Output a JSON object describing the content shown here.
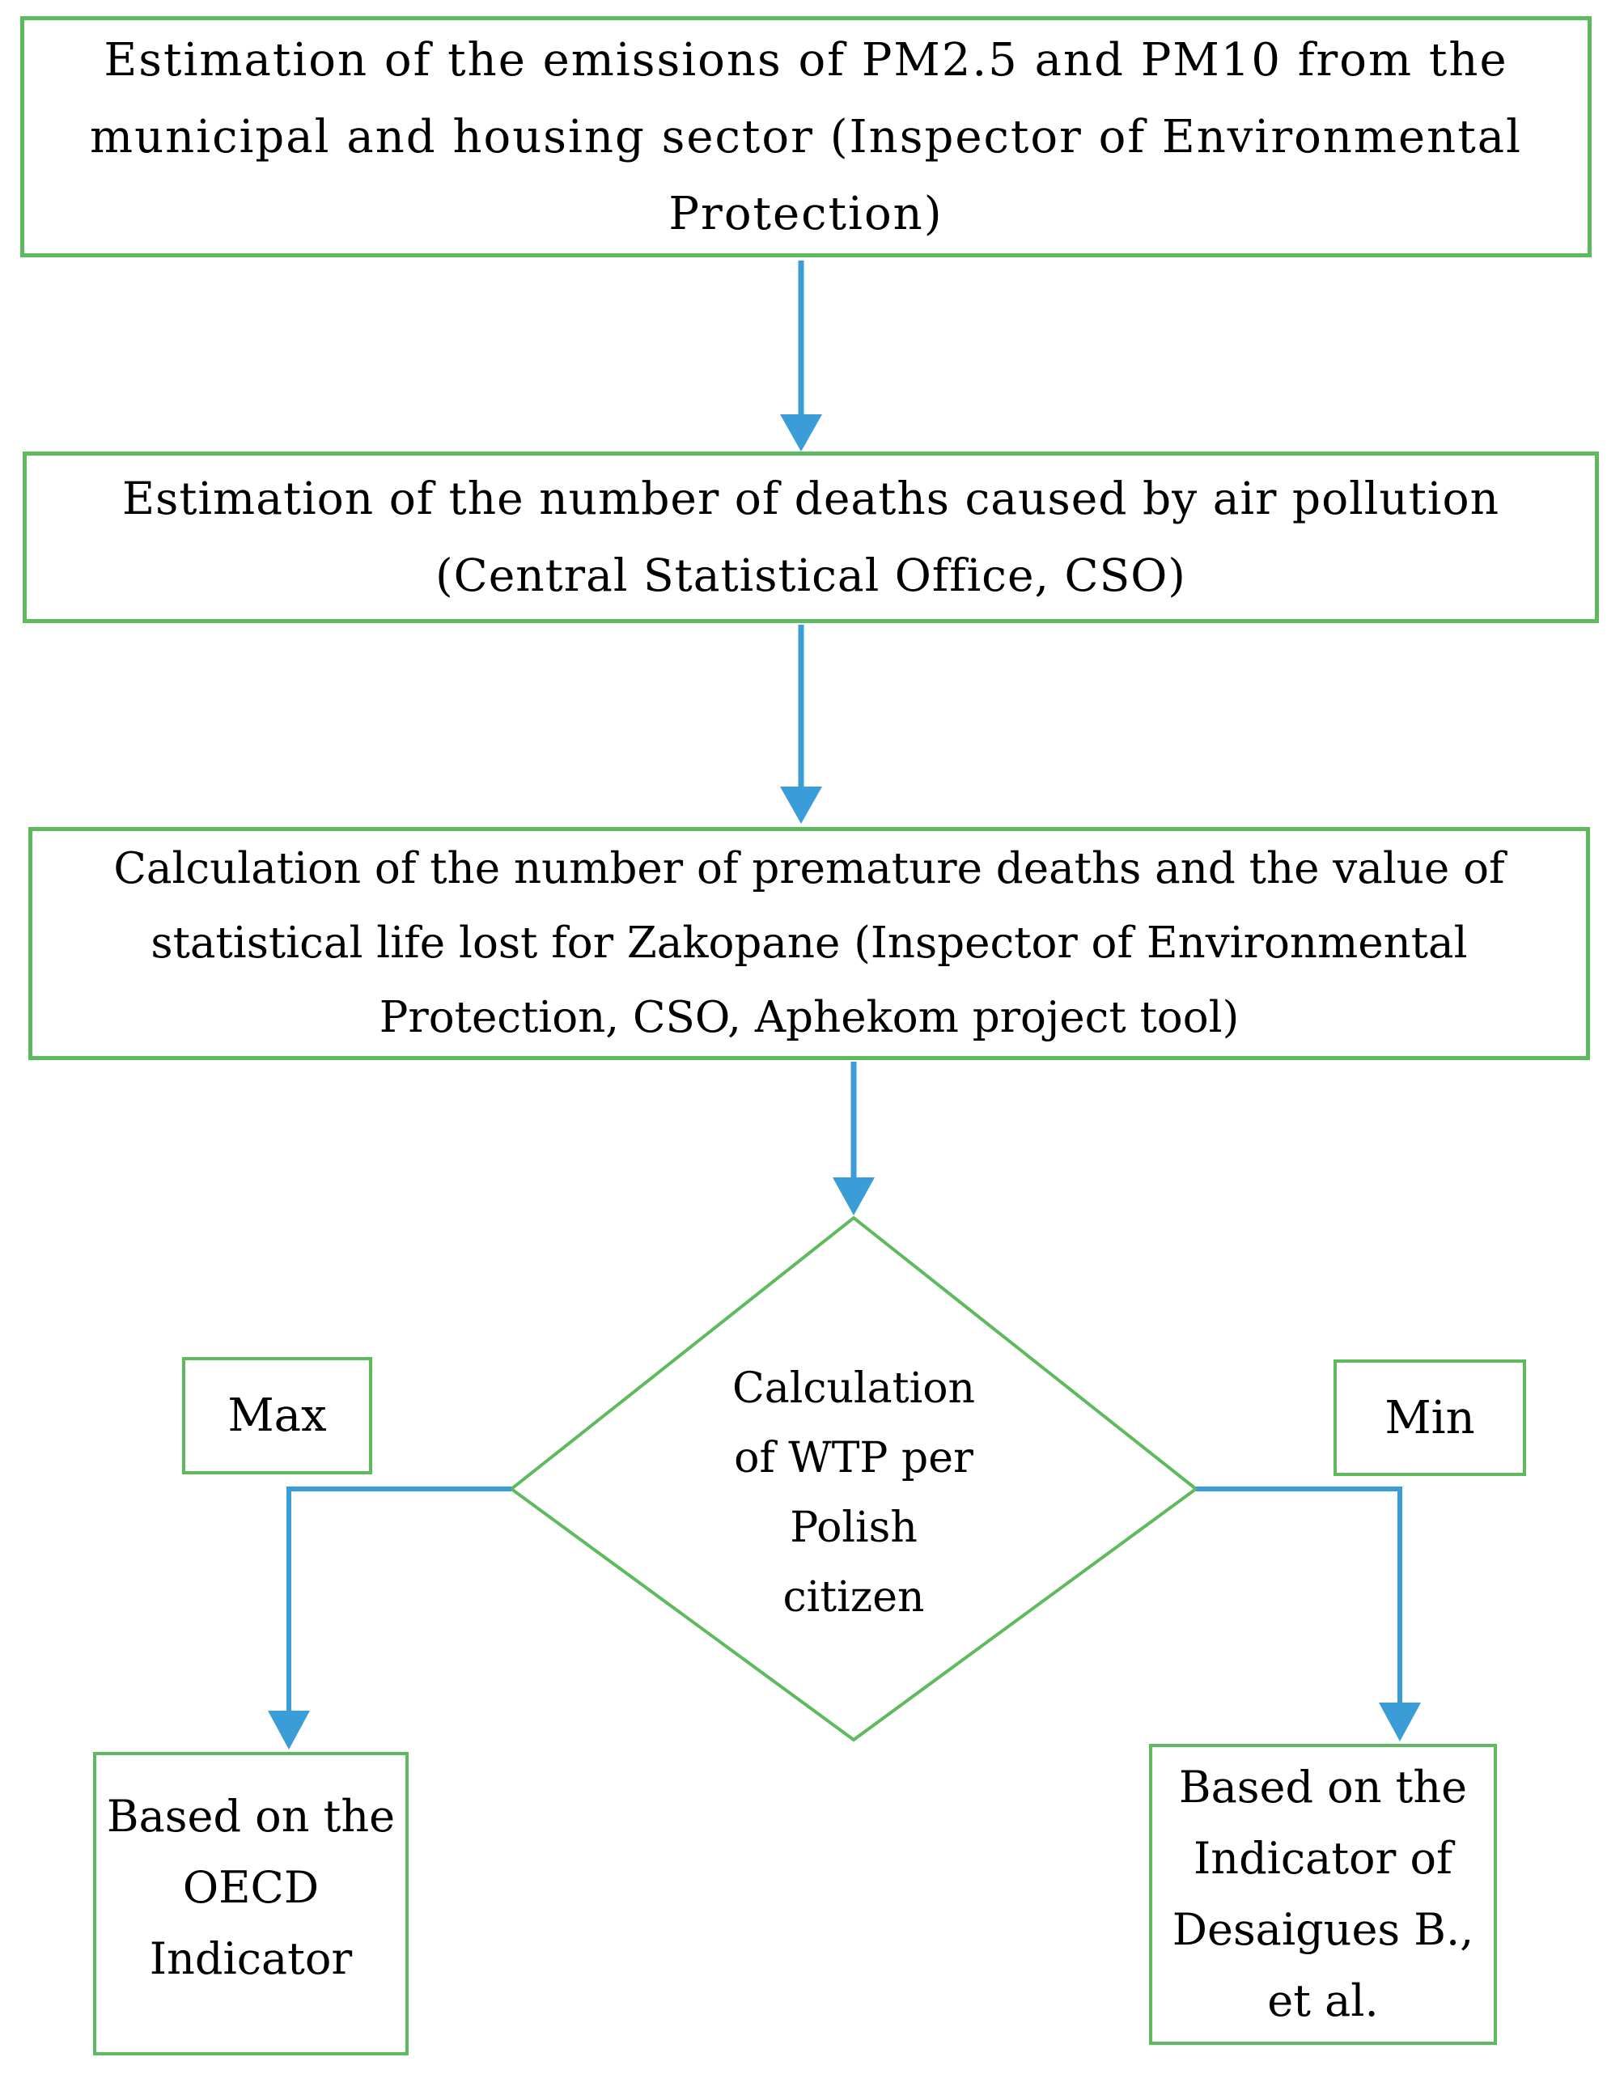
{
  "flowchart": {
    "colors": {
      "box_border": "#5dbb5d",
      "connector": "#3b9dd8",
      "text": "#000000",
      "background": "#ffffff"
    },
    "nodes": {
      "emissions": {
        "text": "Estimation of the emissions of PM2.5 and PM10 from the\nmunicipal and housing sector (Inspector of Environmental\nProtection)"
      },
      "deaths": {
        "text": "Estimation of the number of deaths caused by air pollution\n(Central Statistical Office, CSO)"
      },
      "calculation": {
        "text": "Calculation of the number of premature deaths and the value of\nstatistical life lost for Zakopane (Inspector of Environmental\nProtection, CSO, Aphekom project tool)"
      },
      "decision": {
        "text": "Calculation\nof WTP per\nPolish\ncitizen"
      },
      "max": {
        "label": "Max"
      },
      "min": {
        "label": "Min"
      },
      "oecd": {
        "text": "Based on the\nOECD\nIndicator"
      },
      "desaigues": {
        "text": "Based on the\nIndicator of\nDesaigues B.,\net al."
      }
    }
  }
}
